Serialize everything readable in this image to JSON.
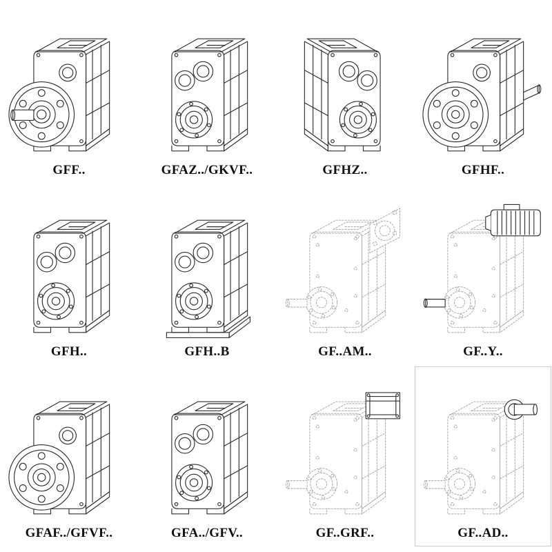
{
  "page": {
    "background": "#ffffff",
    "ink": "#2e2e2e",
    "ghost_ink": "#a6a6a6"
  },
  "grid": {
    "cells": [
      {
        "label": "GFF..",
        "variant": "flange-shaft"
      },
      {
        "label": "GFAZ../GKVF..",
        "variant": "bore"
      },
      {
        "label": "GFHZ..",
        "variant": "bore-mirror"
      },
      {
        "label": "GFHF..",
        "variant": "flange-holes-rightshaft"
      },
      {
        "label": "GFH..",
        "variant": "bore"
      },
      {
        "label": "GFH..B",
        "variant": "bore-base"
      },
      {
        "label": "GF..AM..",
        "variant": "adapter-flange"
      },
      {
        "label": "GF..Y..",
        "variant": "motor"
      },
      {
        "label": "GFAF../GFVF..",
        "variant": "flange-holes"
      },
      {
        "label": "GFA../GFV..",
        "variant": "bore"
      },
      {
        "label": "GF..GRF..",
        "variant": "cover-box"
      },
      {
        "label": "GF..AD..",
        "variant": "shaft-adapter"
      }
    ]
  }
}
